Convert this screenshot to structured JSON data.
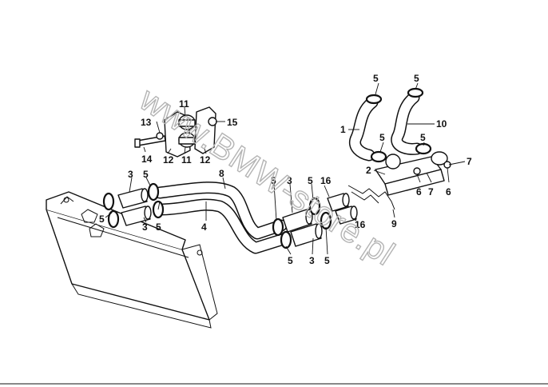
{
  "diagram": {
    "callouts": {
      "c1": "1",
      "c2": "2",
      "c3a": "3",
      "c3b": "3",
      "c3c": "3",
      "c3d": "3",
      "c4": "4",
      "c5a": "5",
      "c5b": "5",
      "c5c": "5",
      "c5d": "5",
      "c5e": "5",
      "c5f": "5",
      "c5g": "5",
      "c5h": "5",
      "c5i": "5",
      "c5j": "5",
      "c5k": "5",
      "c6a": "6",
      "c6b": "6",
      "c7a": "7",
      "c7b": "7",
      "c8": "8",
      "c9": "9",
      "c10": "10",
      "c11a": "11",
      "c11b": "11",
      "c12a": "12",
      "c12b": "12",
      "c13": "13",
      "c14": "14",
      "c15": "15",
      "c16a": "16",
      "c16b": "16"
    },
    "watermark": "www.BMW-store.pl"
  }
}
